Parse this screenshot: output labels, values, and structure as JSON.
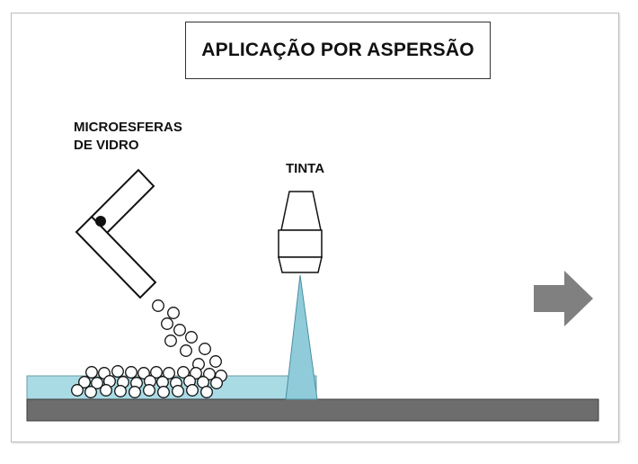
{
  "title": "APLICAÇÃO POR ASPERSÃO",
  "labels": {
    "microspheres_line1": "MICROESFERAS",
    "microspheres_line2": "DE VIDRO",
    "paint": "TINTA"
  },
  "colors": {
    "road": "#6d6d6d",
    "paint_layer": "#a9dbe5",
    "spray": "#8fcbd9",
    "arrow": "#808080",
    "outline": "#111111"
  },
  "icons": {
    "direction": "right-arrow-icon"
  }
}
